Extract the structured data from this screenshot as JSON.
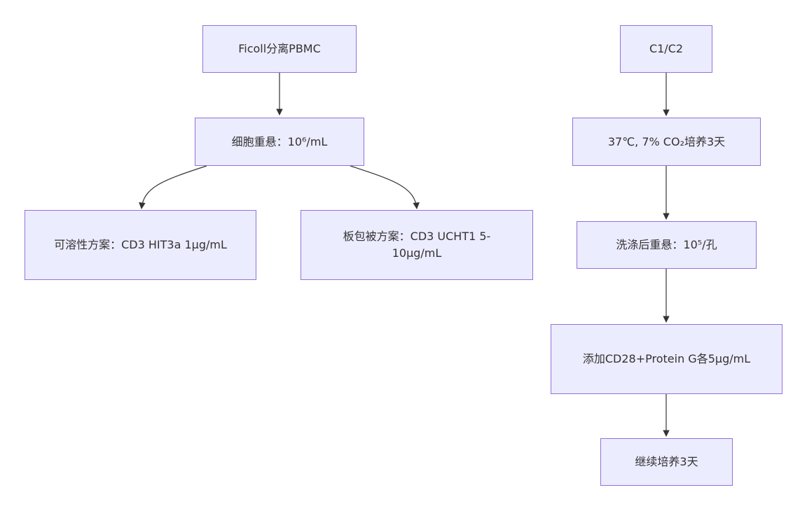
{
  "colors": {
    "node_fill": "#ECECFF",
    "node_border": "#9370DB",
    "edge": "#333333",
    "text": "#333333"
  },
  "nodes": {
    "ficoll": "Ficoll分离PBMC",
    "resuspend": "细胞重悬：10⁶/mL",
    "soluble": "可溶性方案：CD3 HIT3a 1μg/mL",
    "plate": "板包被方案：CD3 UCHT1 5-10μg/mL",
    "c1c2": "C1/C2",
    "culture": "37℃, 7% CO₂培养3天",
    "wash": "洗涤后重悬：10⁵/孔",
    "add": "添加CD28+Protein G各5μg/mL",
    "continue": "继续培养3天"
  },
  "edges": [
    [
      "ficoll",
      "resuspend"
    ],
    [
      "resuspend",
      "soluble"
    ],
    [
      "resuspend",
      "plate"
    ],
    [
      "c1c2",
      "culture"
    ],
    [
      "culture",
      "wash"
    ],
    [
      "wash",
      "add"
    ],
    [
      "add",
      "continue"
    ]
  ]
}
